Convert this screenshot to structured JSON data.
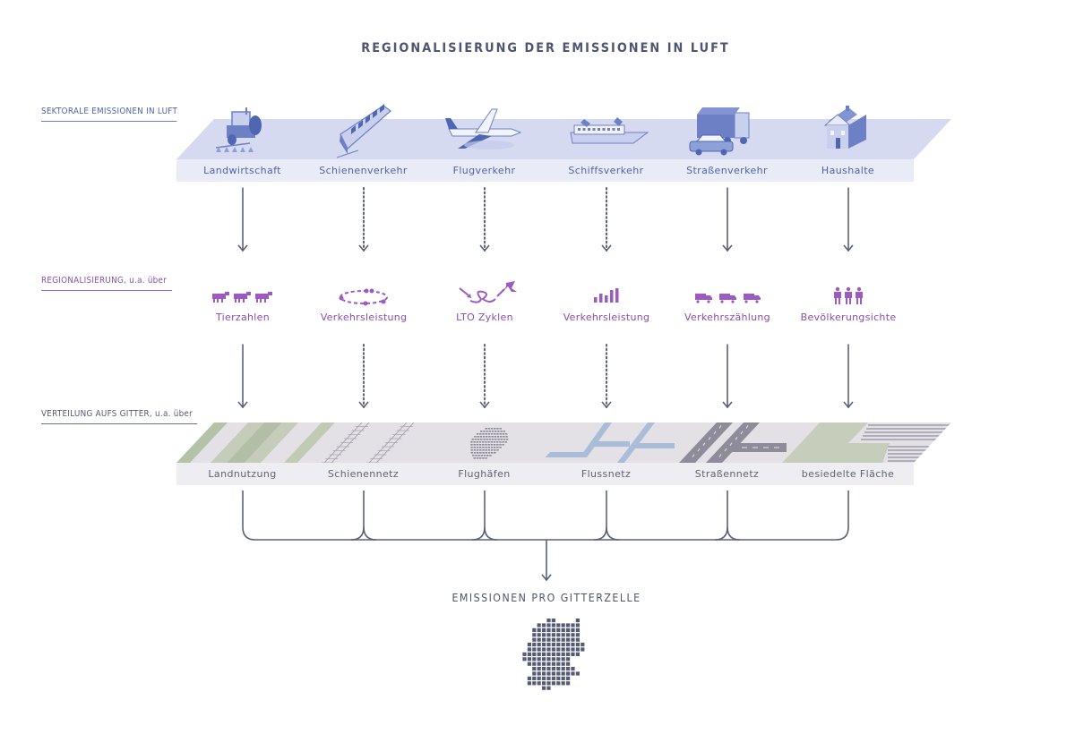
{
  "title": "REGIONALISIERUNG DER EMISSIONEN IN LUFT",
  "sections": {
    "sectoral": "SEKTORALE EMISSIONEN IN LUFT",
    "regionalization": "REGIONALISIERUNG, u.a. über",
    "distribution": "VERTEILUNG AUFS GITTER, u.a. über"
  },
  "colors": {
    "sector_blue": "#4e63ae",
    "tile_blue_light": "#d6daf0",
    "tile_blue_face": "#e9ebf6",
    "regional_purple": "#9b5bbf",
    "arrow_gray": "#5b6078",
    "grid_gray": "#e3e1e6",
    "land_green": "#b9c4ad",
    "river_blue": "#a9bcd8",
    "road_gray": "#8e8c99"
  },
  "columns": [
    {
      "sector": "Landwirtschaft",
      "sector_icon": "tractor-icon",
      "method": "Tierzahlen",
      "method_icon": "cows-icon",
      "grid": "Landnutzung",
      "grid_icon": "land-use-stripes-icon",
      "link": "solid"
    },
    {
      "sector": "Schienenverkehr",
      "sector_icon": "train-icon",
      "method": "Verkehrsleistung",
      "method_icon": "rail-route-icon",
      "grid": "Schienennetz",
      "grid_icon": "rail-tracks-icon",
      "link": "dotted"
    },
    {
      "sector": "Flugverkehr",
      "sector_icon": "airplane-icon",
      "method": "LTO Zyklen",
      "method_icon": "lto-cycle-icon",
      "grid": "Flughäfen",
      "grid_icon": "airport-grid-icon",
      "link": "dotted"
    },
    {
      "sector": "Schiffsverkehr",
      "sector_icon": "ship-icon",
      "method": "Verkehrsleistung",
      "method_icon": "bar-chart-icon",
      "grid": "Flussnetz",
      "grid_icon": "river-network-icon",
      "link": "dotted"
    },
    {
      "sector": "Straßenverkehr",
      "sector_icon": "truck-car-icon",
      "method": "Verkehrszählung",
      "method_icon": "trucks-icon",
      "grid": "Straßennetz",
      "grid_icon": "road-network-icon",
      "link": "solid"
    },
    {
      "sector": "Haushalte",
      "sector_icon": "house-icon",
      "method": "Bevölkerungsichte",
      "method_icon": "people-icon",
      "grid": "besiedelte Fläche",
      "grid_icon": "settlement-area-icon",
      "link": "solid"
    }
  ],
  "result": {
    "label": "EMISSIONEN PRO GITTERZELLE",
    "icon": "germany-grid-map-icon"
  }
}
